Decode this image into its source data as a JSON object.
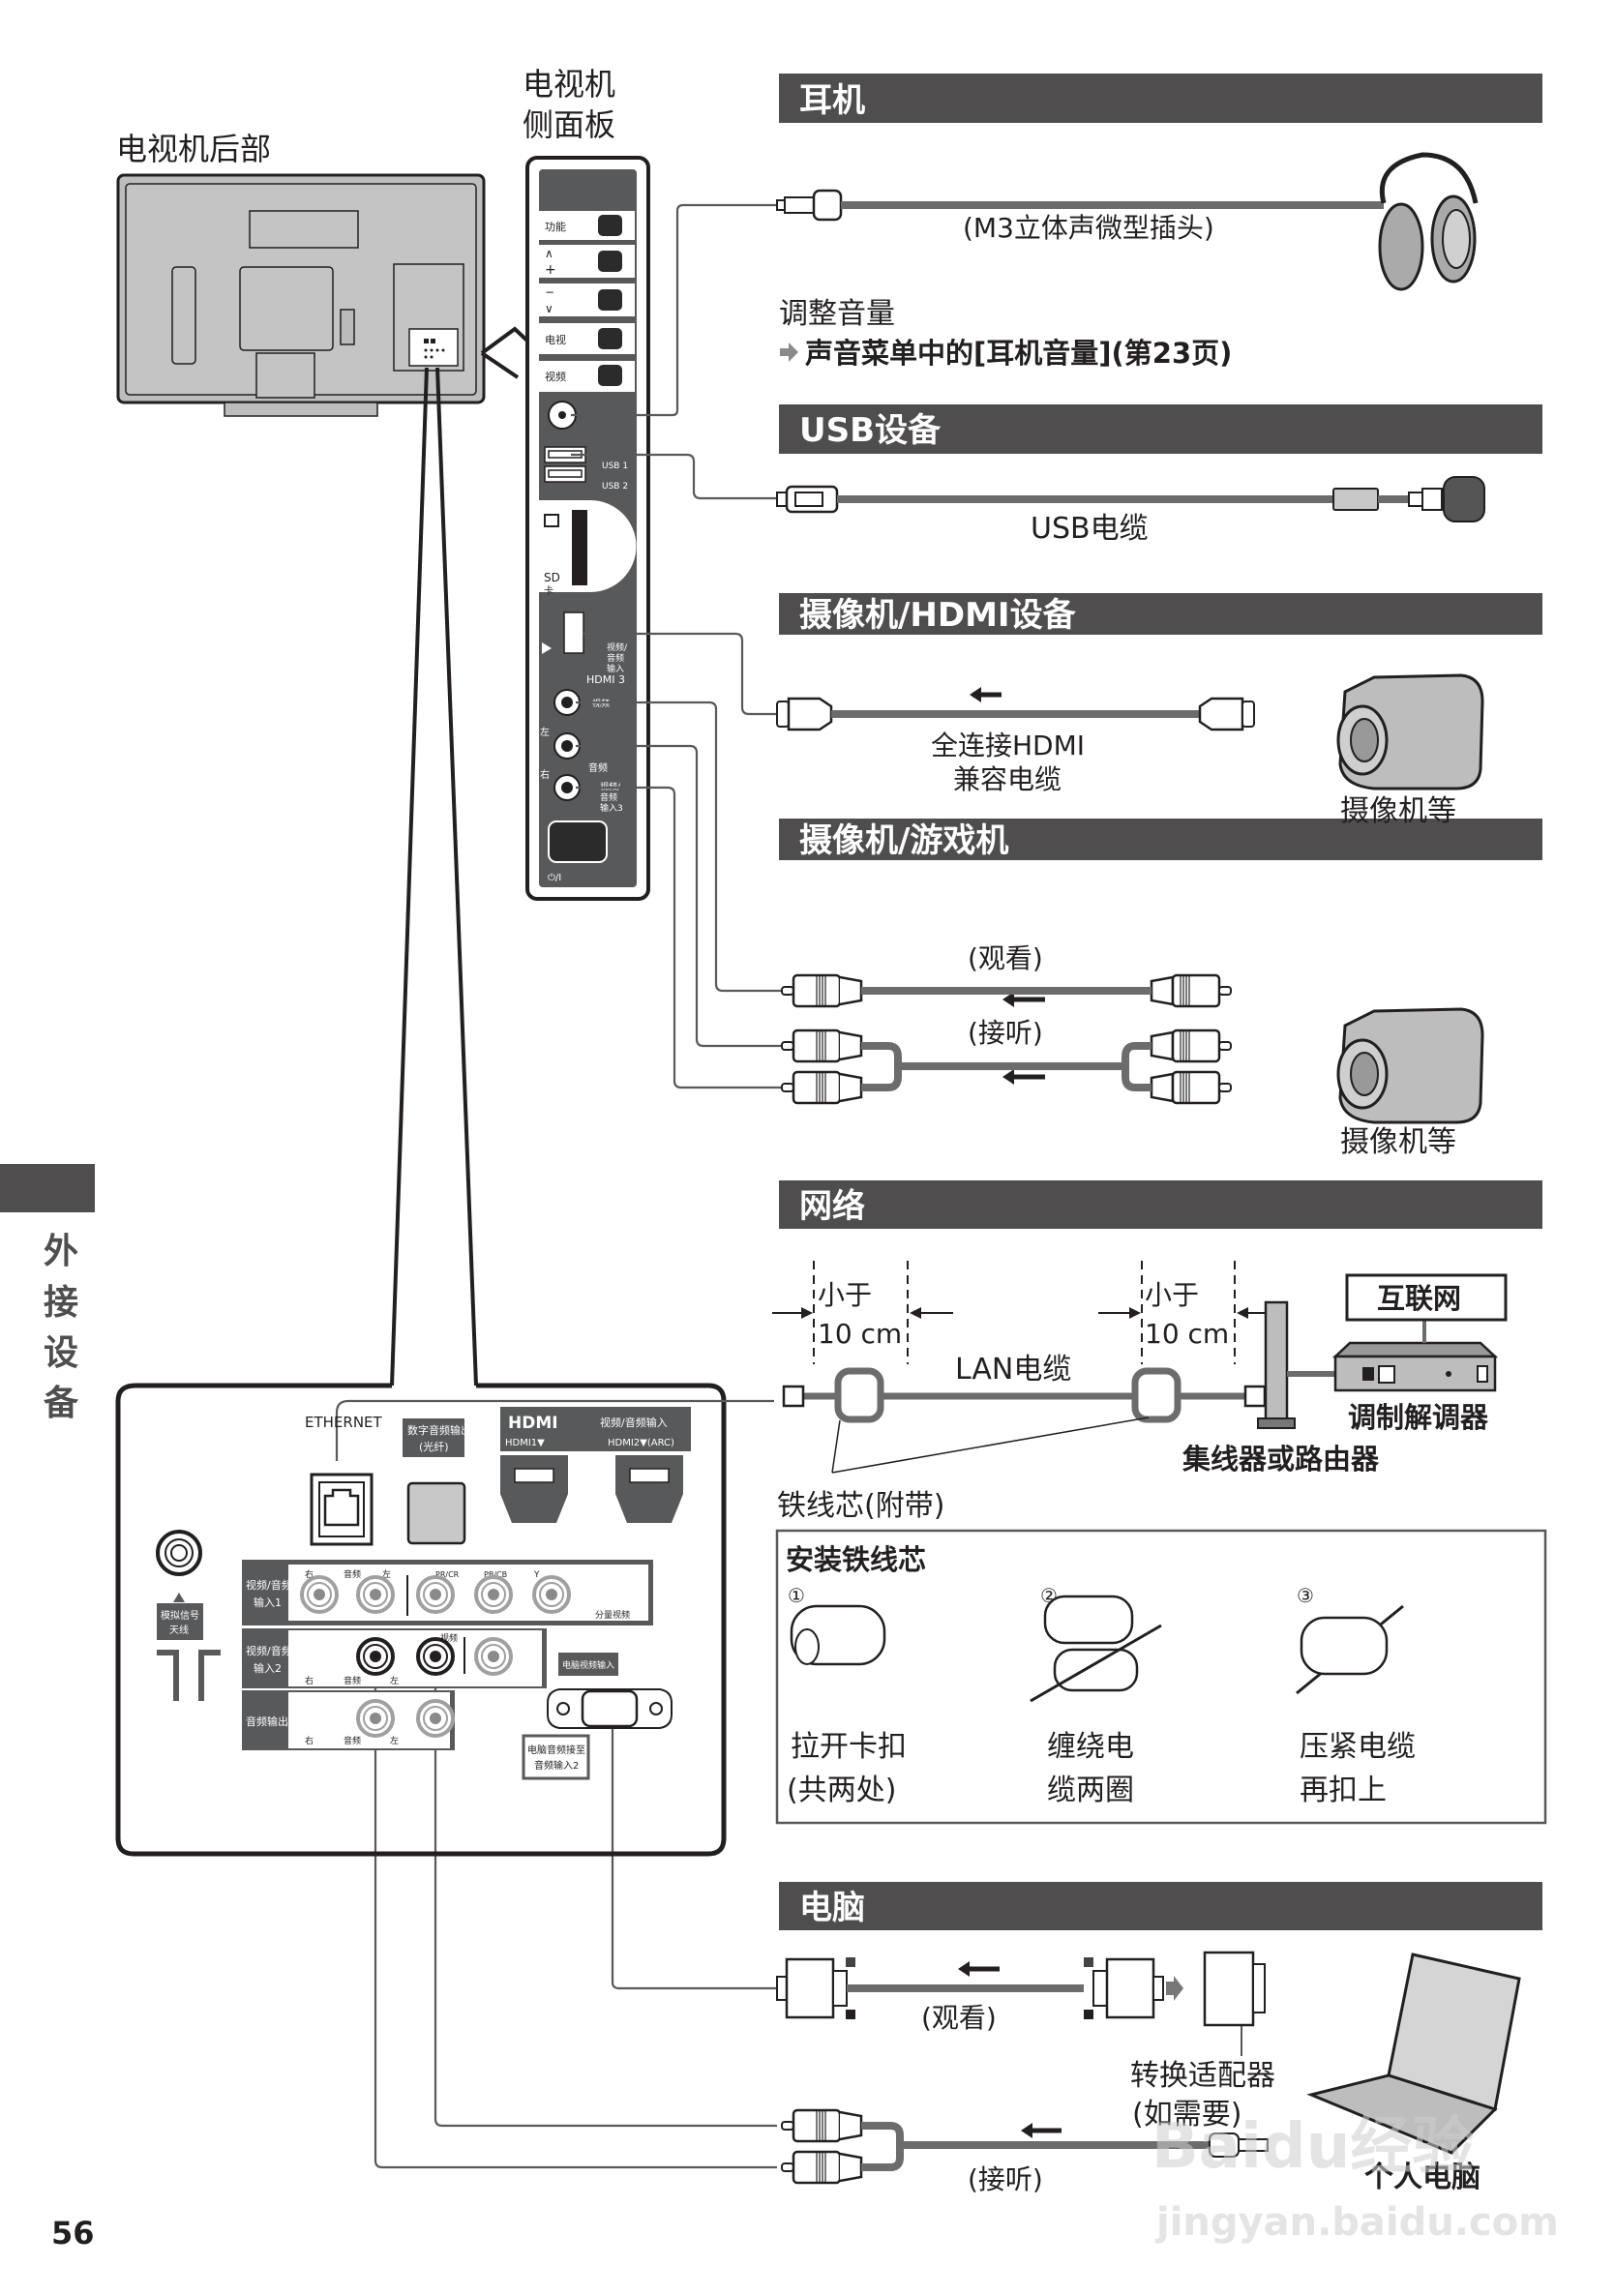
{
  "page": {
    "number": "56",
    "side_tab": [
      "外",
      "接",
      "设",
      "备"
    ],
    "colors": {
      "header_bg": "#4f4d4e",
      "panel": "#58595b",
      "text": "#231f20"
    }
  },
  "tv_rear": {
    "title": "电视机后部"
  },
  "tv_side": {
    "title_line1": "电视机",
    "title_line2": "侧面板",
    "buttons": [
      "功能",
      "∧\n+",
      "−\n∨",
      "电视",
      "视频"
    ],
    "btn_func": "功能",
    "btn_up_a": "∧",
    "btn_up_b": "+",
    "btn_down_a": "−",
    "btn_down_b": "∨",
    "btn_tv": "电视",
    "btn_av": "视频",
    "usb1": "USB 1",
    "usb2": "USB 2",
    "sd_a": "SD",
    "sd_b": "卡",
    "hdmi3_a": "视频/",
    "hdmi3_b": "音频",
    "hdmi3_c": "输入",
    "hdmi3_d": "HDMI 3",
    "video": "视频",
    "left": "左",
    "right": "右",
    "audio": "音频",
    "av3_a": "视频/",
    "av3_b": "音频",
    "av3_c": "输入3",
    "power": "⏻/I"
  },
  "sections": {
    "headphones": {
      "header": "耳机",
      "plug_label": "(M3立体声微型插头)",
      "adjust": "调整音量",
      "menu_ref": "声音菜单中的[耳机音量](第23页)"
    },
    "usb": {
      "header": "USB设备",
      "cable": "USB电缆"
    },
    "hdmi": {
      "header": "摄像机/HDMI设备",
      "cable_line1": "全连接HDMI",
      "cable_line2": "兼容电缆",
      "device": "摄像机等"
    },
    "av": {
      "header": "摄像机/游戏机",
      "watch": "(观看)",
      "listen": "(接听)",
      "device": "摄像机等"
    },
    "network": {
      "header": "网络",
      "less_than": "小于",
      "distance": "10 cm",
      "lan_cable": "LAN电缆",
      "internet": "互联网",
      "modem": "调制解调器",
      "hub": "集线器或路由器",
      "ferrite": "铁线芯(附带)",
      "install": {
        "title": "安装铁线芯",
        "steps": [
          {
            "num": "①",
            "line1": "拉开卡扣",
            "line2": "(共两处)"
          },
          {
            "num": "②",
            "line1": "缠绕电",
            "line2": "缆两圈"
          },
          {
            "num": "③",
            "line1": "压紧电缆",
            "line2": "再扣上"
          }
        ]
      }
    },
    "pc": {
      "header": "电脑",
      "watch": "(观看)",
      "listen": "(接听)",
      "adapter_line1": "转换适配器",
      "adapter_line2": "(如需要)",
      "device": "个人电脑"
    }
  },
  "rear_panel": {
    "ethernet": "ETHERNET",
    "optical_line1": "数字音频输出",
    "optical_line2": "(光纤)",
    "hdmi_logo": "HDMI",
    "hdmi_av_in": "视频/音频输入",
    "hdmi1": "HDMI1▼",
    "hdmi2": "HDMI2▼(ARC)",
    "antenna_line1": "模拟信号",
    "antenna_line2": "天线",
    "av1_line1": "视频/音频",
    "av1_line2": "输入1",
    "av2_line1": "视频/音频",
    "av2_line2": "输入2",
    "audio_out": "音频输出",
    "right": "右",
    "audio": "音频",
    "left": "左",
    "pr": "PR/CR",
    "pb": "PB/CB",
    "y": "Y",
    "component": "分量视频",
    "video": "视频",
    "pc_in": "电脑视频输入",
    "pc_audio_line1": "电脑音频接至",
    "pc_audio_line2": "音频输入2"
  },
  "watermark": {
    "brand": "Baidu经验",
    "url": "jingyan.baidu.com"
  }
}
